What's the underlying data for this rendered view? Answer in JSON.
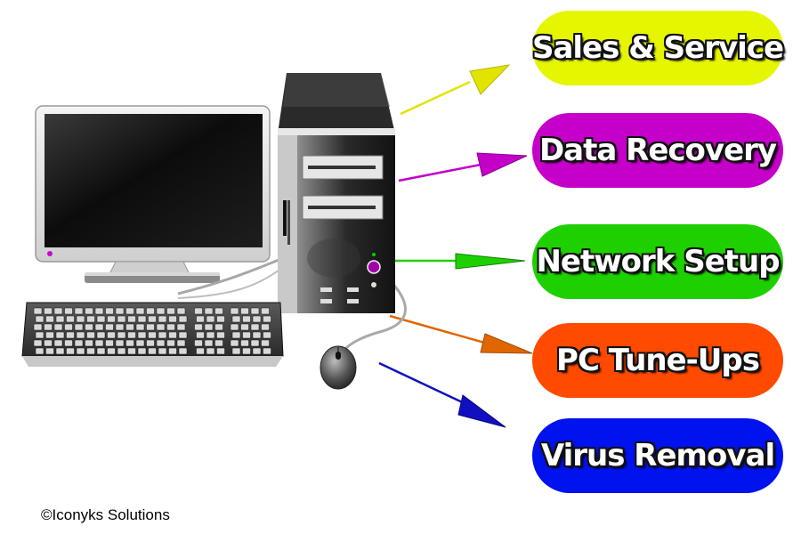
{
  "services": [
    {
      "label": "Sales & Service",
      "color": "#e6f500"
    },
    {
      "label": "Data Recovery",
      "color": "#c400c9"
    },
    {
      "label": "Network Setup",
      "color": "#1fd000"
    },
    {
      "label": "PC Tune-Ups",
      "color": "#ff4a00"
    },
    {
      "label": "Virus Removal",
      "color": "#0012ee"
    }
  ],
  "footer": {
    "copyright": "©Iconyks Solutions"
  },
  "icons": [
    "monitor-icon",
    "keyboard-icon",
    "tower-icon",
    "mouse-icon"
  ]
}
